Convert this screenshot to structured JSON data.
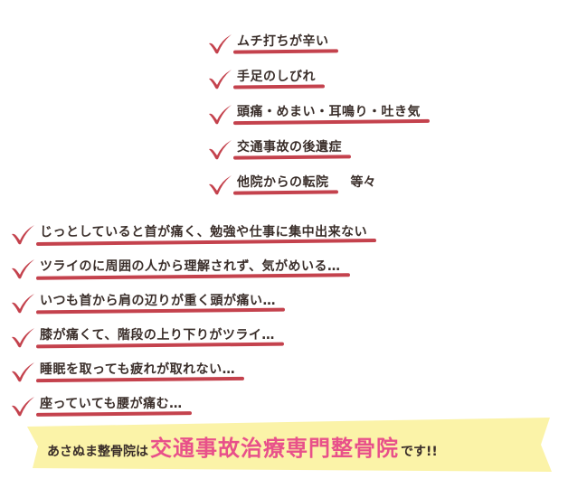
{
  "colors": {
    "check": "#c4424d",
    "underline": "#c4424d",
    "banner_bg": "#fbf3a8",
    "banner_highlight": "#e8508a",
    "text": "#3a2e2a"
  },
  "top_list": {
    "items": [
      {
        "label": "ムチ打ちが辛い",
        "icon": "checkmark-icon"
      },
      {
        "label": "手足のしびれ",
        "icon": "checkmark-icon"
      },
      {
        "label": "頭痛・めまい・耳鳴り・吐き気",
        "icon": "checkmark-icon"
      },
      {
        "label": "交通事故の後遺症",
        "icon": "checkmark-icon"
      },
      {
        "label": "他院からの転院",
        "icon": "checkmark-icon"
      }
    ],
    "suffix": "等々"
  },
  "bottom_list": {
    "items": [
      {
        "label": "じっとしていると首が痛く、勉強や仕事に集中出来ない",
        "icon": "checkmark-icon"
      },
      {
        "label": "ツライのに周囲の人から理解されず、気がめいる…",
        "icon": "checkmark-icon"
      },
      {
        "label": "いつも首から肩の辺りが重く頭が痛い…",
        "icon": "checkmark-icon"
      },
      {
        "label": "膝が痛くて、階段の上り下りがツライ…",
        "icon": "checkmark-icon"
      },
      {
        "label": "睡眠を取っても疲れが取れない…",
        "icon": "checkmark-icon"
      },
      {
        "label": "座っていても腰が痛む…",
        "icon": "checkmark-icon"
      }
    ]
  },
  "banner": {
    "prefix": "あさぬま整骨院は",
    "highlight": "交通事故治療専門整骨院",
    "suffix": "です!!"
  }
}
